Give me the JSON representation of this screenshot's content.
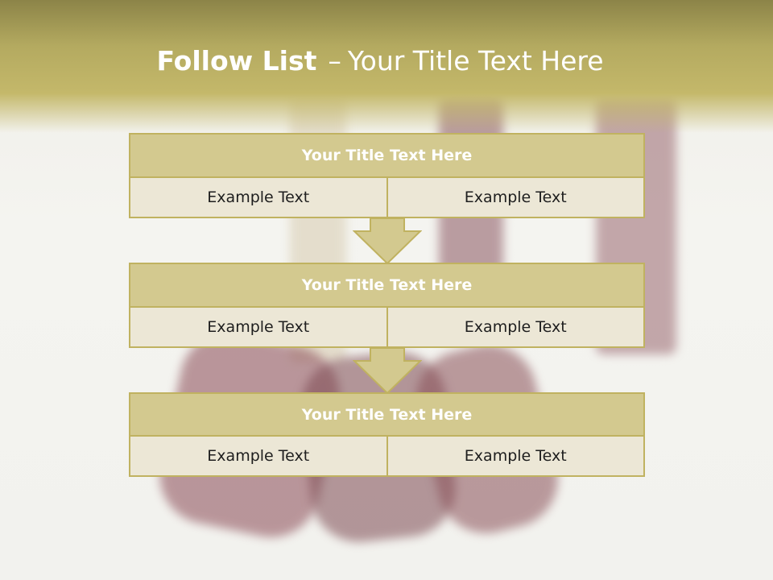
{
  "slide": {
    "title_bold": "Follow List",
    "title_sep": "–",
    "title_rest": "Your Title Text Here"
  },
  "steps": [
    {
      "title": "Your Title Text Here",
      "left": "Example Text",
      "right": "Example Text"
    },
    {
      "title": "Your Title Text Here",
      "left": "Example Text",
      "right": "Example Text"
    },
    {
      "title": "Your Title Text Here",
      "left": "Example Text",
      "right": "Example Text"
    }
  ],
  "colors": {
    "header_band": "#b4aa60",
    "box_title_fill": "#d3c98f",
    "box_border": "#c0b260",
    "box_cell_fill": "#ece7d6",
    "arrow_fill": "#d3c98f"
  }
}
